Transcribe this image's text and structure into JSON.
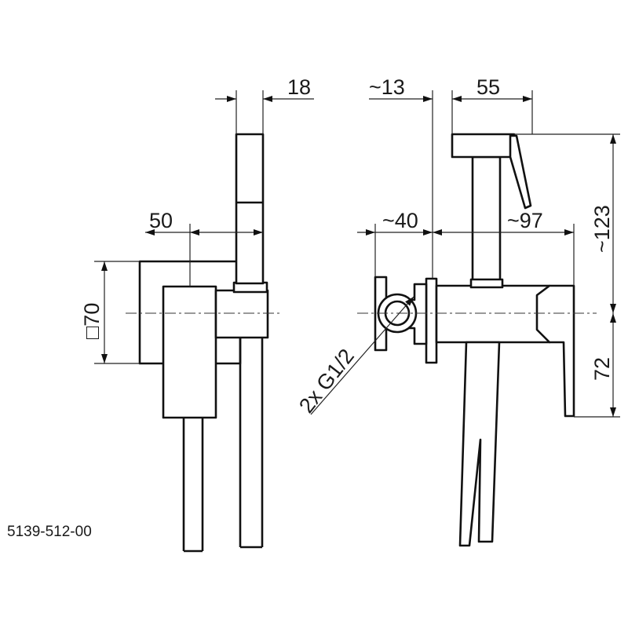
{
  "dimensions": {
    "side_width_top": "18",
    "side_depth": "50",
    "side_square": "□70",
    "front_offset": "~13",
    "front_handle_width": "55",
    "front_left": "~40",
    "front_right": "~97",
    "front_height_top": "~123",
    "front_height_bottom": "72",
    "thread": "2x G1/2"
  },
  "product_code": "5139-512-00"
}
